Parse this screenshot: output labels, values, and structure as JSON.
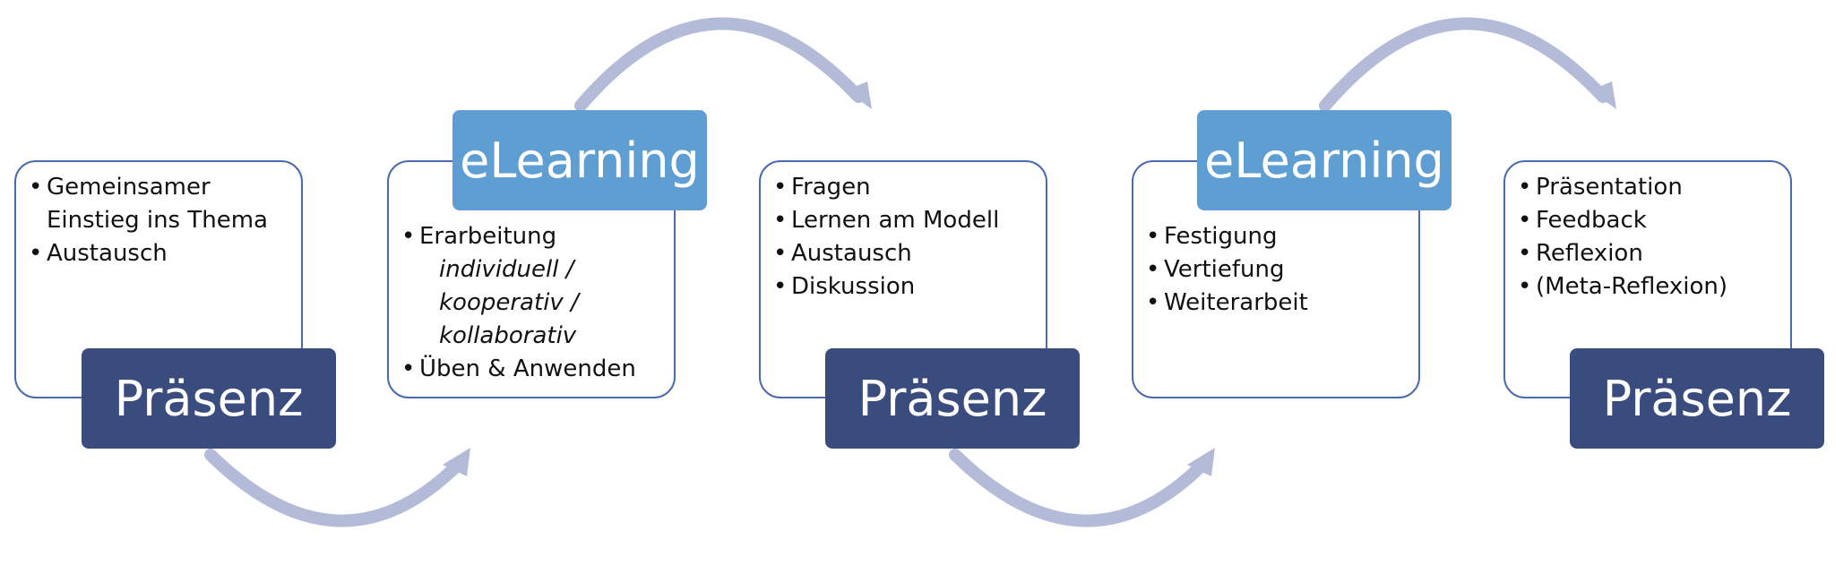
{
  "colors": {
    "praesenz_fill": "#3a4b7d",
    "elearning_fill": "#5f9ed3",
    "box_border": "#4a6bb0",
    "arrow": "#b3bbd8"
  },
  "steps": [
    {
      "label": "Präsenz",
      "type": "praesenz",
      "items": [
        {
          "text": "Gemeinsamer Einstieg ins Thema"
        },
        {
          "text": "Austausch"
        }
      ]
    },
    {
      "label": "eLearning",
      "type": "elearning",
      "items": [
        {
          "text": "Erarbeitung",
          "sub": [
            "individuell /",
            "kooperativ /",
            "kollaborativ"
          ]
        },
        {
          "text": "Üben & Anwenden"
        }
      ]
    },
    {
      "label": "Präsenz",
      "type": "praesenz",
      "items": [
        {
          "text": "Fragen"
        },
        {
          "text": "Lernen am Modell"
        },
        {
          "text": "Austausch"
        },
        {
          "text": "Diskussion"
        }
      ]
    },
    {
      "label": "eLearning",
      "type": "elearning",
      "items": [
        {
          "text": "Festigung"
        },
        {
          "text": "Vertiefung"
        },
        {
          "text": "Weiterarbeit"
        }
      ]
    },
    {
      "label": "Präsenz",
      "type": "praesenz",
      "items": [
        {
          "text": "Präsentation"
        },
        {
          "text": "Feedback"
        },
        {
          "text": "Reflexion"
        },
        {
          "text": "(Meta-Reflexion)"
        }
      ]
    }
  ]
}
